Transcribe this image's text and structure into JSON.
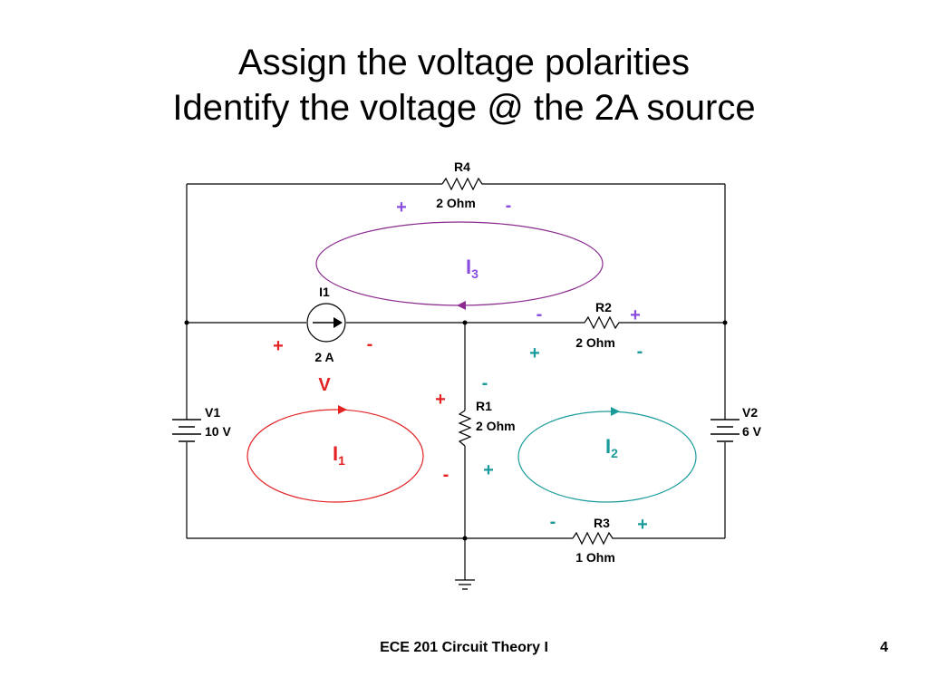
{
  "title": {
    "line1": "Assign the voltage polarities",
    "line2": "Identify the voltage @ the 2A source"
  },
  "footer": {
    "course": "ECE 201 Circuit Theory I",
    "page": "4"
  },
  "circuit": {
    "components": {
      "r4": {
        "name": "R4",
        "value": "2 Ohm"
      },
      "r2": {
        "name": "R2",
        "value": "2 Ohm"
      },
      "r1": {
        "name": "R1",
        "value": "2 Ohm"
      },
      "r3": {
        "name": "R3",
        "value": "1 Ohm"
      },
      "i1": {
        "name": "I1",
        "value": "2 A"
      },
      "v1": {
        "name": "V1",
        "value": "10 V"
      },
      "v2": {
        "name": "V2",
        "value": "6 V"
      }
    },
    "loops": {
      "i1": {
        "letter": "I",
        "sub": "1"
      },
      "i2": {
        "letter": "I",
        "sub": "2"
      },
      "i3": {
        "letter": "I",
        "sub": "3"
      }
    },
    "voltage_label": "V",
    "polarity": {
      "r4_left": "+",
      "r4_right": "-",
      "r2_top_left": "-",
      "r2_top_right": "+",
      "r2_bottom_left": "+",
      "r2_bottom_right": "-",
      "i1_left": "+",
      "i1_right": "-",
      "r1_upper_red": "+",
      "r1_upper_teal": "-",
      "r1_lower_red": "-",
      "r1_lower_teal": "+",
      "r3_left": "-",
      "r3_right": "+"
    },
    "colors": {
      "loop1": "#e32224",
      "loop2": "#1a9b9b",
      "loop3": "#8b2a8f",
      "loop3_label": "#8a4de0",
      "wire": "#000000"
    }
  }
}
